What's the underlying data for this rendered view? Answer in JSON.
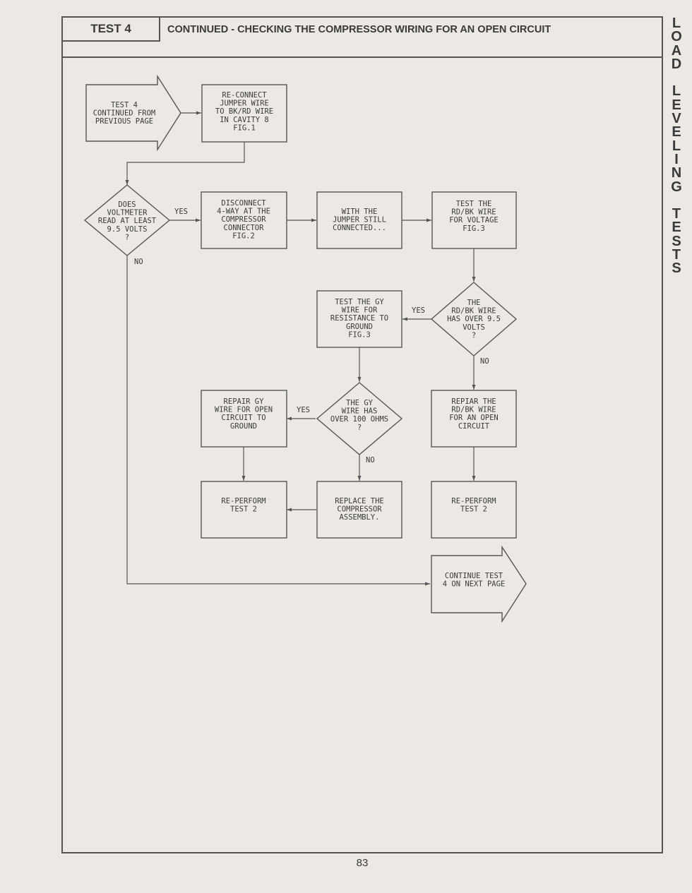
{
  "header": {
    "test_label": "TEST 4",
    "title": "CONTINUED - CHECKING THE COMPRESSOR WIRING FOR AN OPEN CIRCUIT"
  },
  "side_tab": {
    "letters": [
      "L",
      "O",
      "A",
      "D",
      "",
      "L",
      "E",
      "V",
      "E",
      "L",
      "I",
      "N",
      "G",
      "",
      "T",
      "E",
      "S",
      "T",
      "S"
    ]
  },
  "page_number": "83",
  "flowchart": {
    "start": [
      "TEST 4",
      "CONTINUED FROM",
      "PREVIOUS PAGE"
    ],
    "reconnect": [
      "RE-CONNECT",
      "JUMPER WIRE",
      "TO BK/RD WIRE",
      "IN CAVITY 8",
      "FIG.1"
    ],
    "q_voltmeter": [
      "DOES",
      "VOLTMETER",
      "READ AT LEAST",
      "9.5 VOLTS",
      "?"
    ],
    "disconnect": [
      "DISCONNECT",
      "4-WAY AT THE",
      "COMPRESSOR",
      "CONNECTOR",
      "FIG.2"
    ],
    "jumper_connected": [
      "WITH THE",
      "JUMPER STILL",
      "CONNECTED..."
    ],
    "test_rdbk": [
      "TEST THE",
      "RD/BK WIRE",
      "FOR VOLTAGE",
      "FIG.3"
    ],
    "q_rdbk": [
      "THE",
      "RD/BK WIRE",
      "HAS OVER 9.5",
      "VOLTS",
      "?"
    ],
    "test_gy": [
      "TEST THE GY",
      "WIRE FOR",
      "RESISTANCE TO",
      "GROUND",
      "FIG.3"
    ],
    "q_gy": [
      "THE GY",
      "WIRE HAS",
      "OVER 100 OHMS",
      "?"
    ],
    "repair_gy": [
      "REPAIR GY",
      "WIRE FOR OPEN",
      "CIRCUIT TO",
      "GROUND"
    ],
    "repiar_rdbk": [
      "REPIAR THE",
      "RD/BK WIRE",
      "FOR AN OPEN",
      "CIRCUIT"
    ],
    "reperform_left": [
      "RE-PERFORM",
      "TEST 2"
    ],
    "replace_compressor": [
      "REPLACE THE",
      "COMPRESSOR",
      "ASSEMBLY."
    ],
    "reperform_right": [
      "RE-PERFORM",
      "TEST 2"
    ],
    "continue": [
      "CONTINUE TEST",
      "4 ON NEXT PAGE"
    ],
    "yes": "YES",
    "no": "NO"
  }
}
